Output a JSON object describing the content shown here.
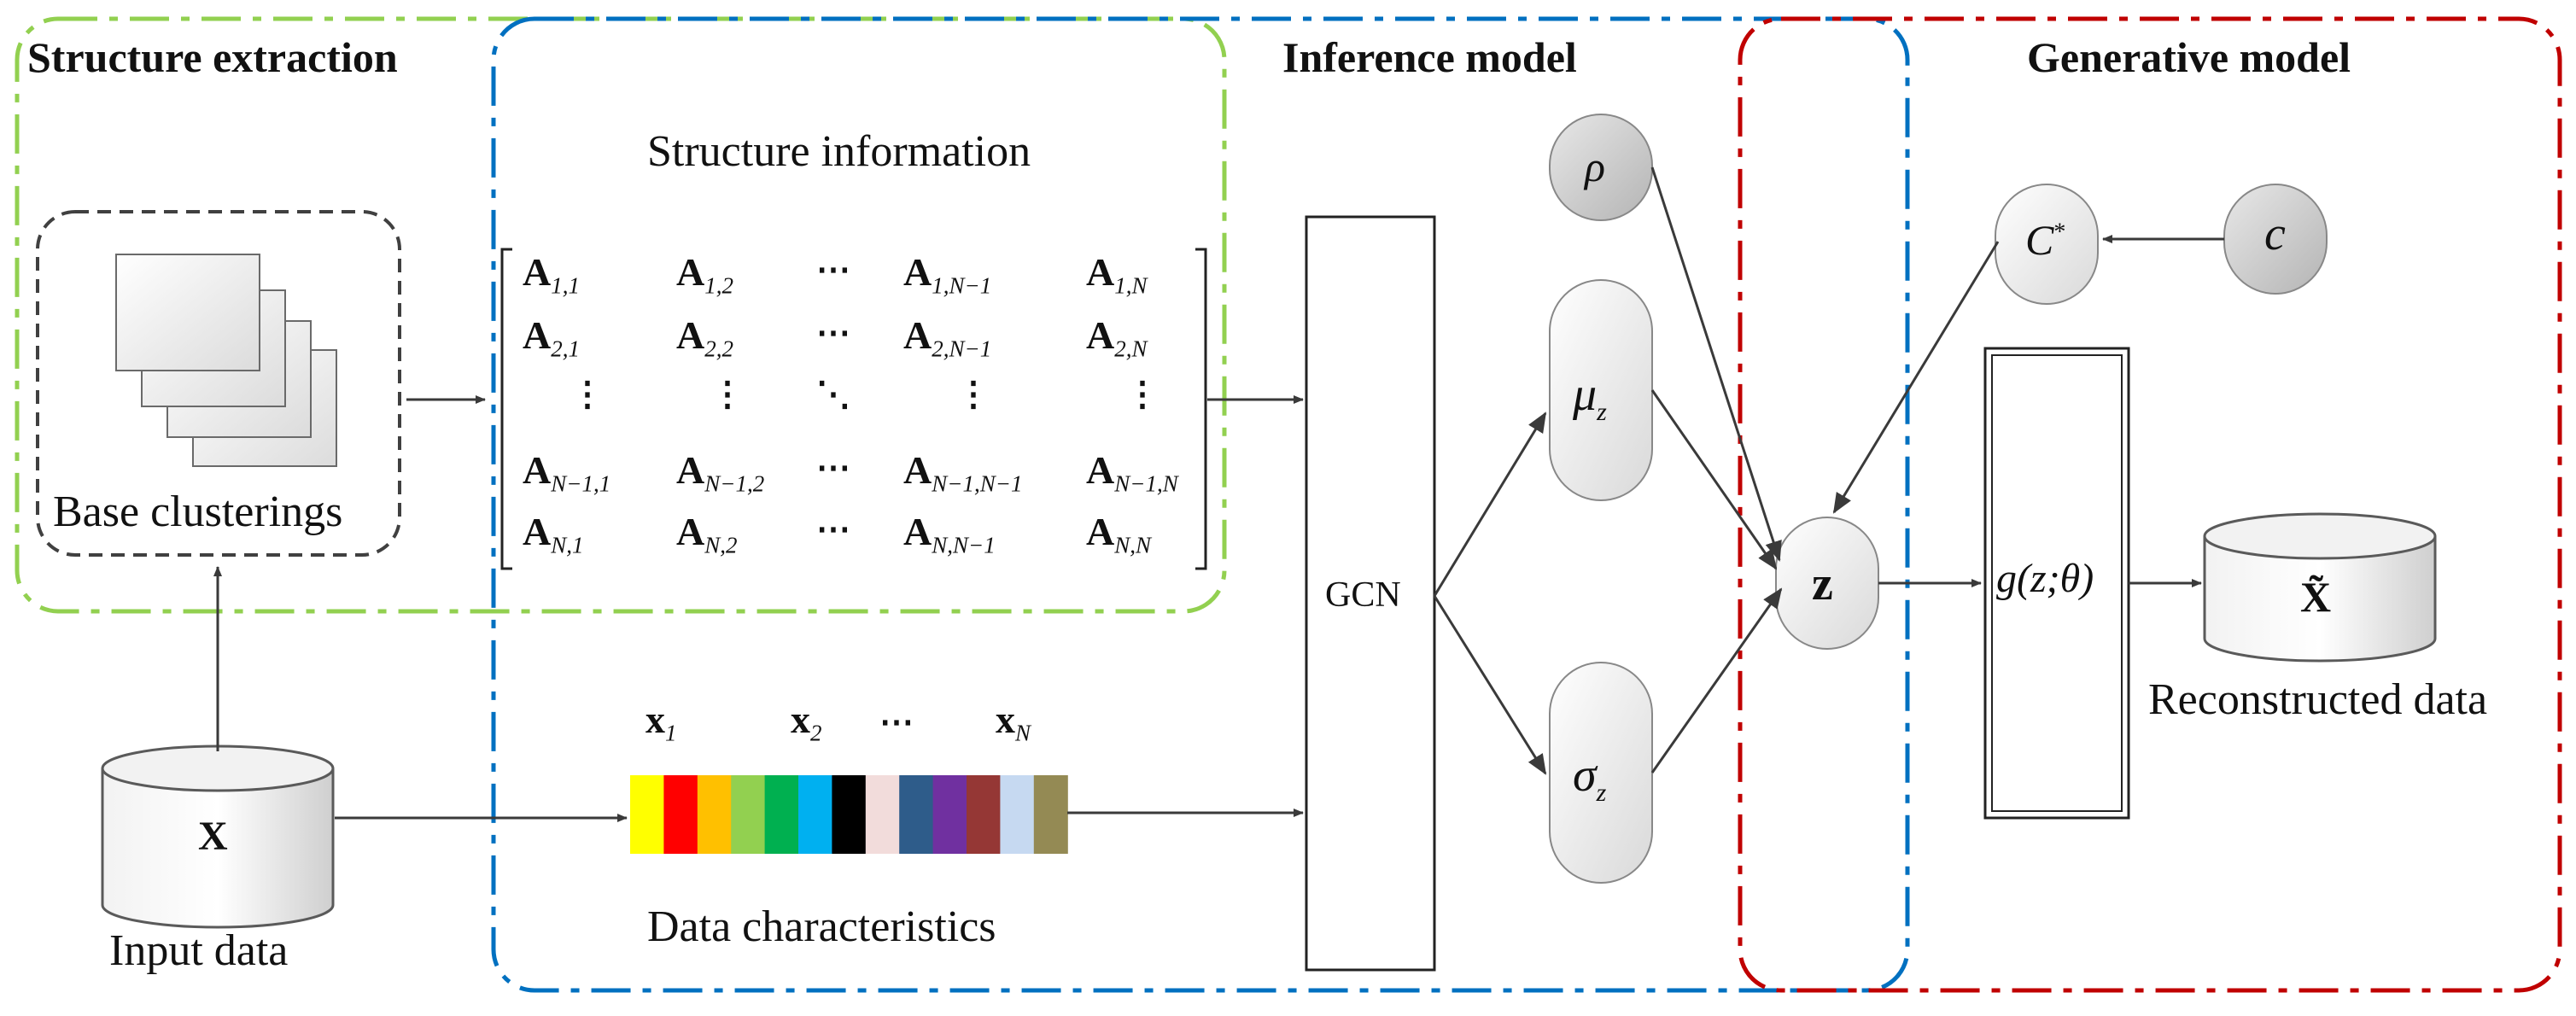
{
  "sections": {
    "structure_extraction": "Structure extraction",
    "inference_model": "Inference model",
    "generative_model": "Generative model"
  },
  "labels": {
    "structure_information": "Structure information",
    "base_clusterings": "Base clusterings",
    "input_data": "Input data",
    "input_symbol": "X",
    "data_characteristics": "Data characteristics",
    "gcn": "GCN",
    "rho": "ρ",
    "mu": "μ",
    "mu_sub": "z",
    "sigma": "σ",
    "sigma_sub": "z",
    "z": "z",
    "c_star": "C",
    "c_star_sup": "*",
    "c": "c",
    "generator": "g(z;θ)",
    "reconstructed_symbol": "X̃",
    "reconstructed_data": "Reconstructed data"
  },
  "matrix": {
    "rows": [
      [
        {
          "b": "A",
          "s": "1,1"
        },
        {
          "b": "A",
          "s": "1,2"
        },
        {
          "t": "⋯"
        },
        {
          "b": "A",
          "s": "1,N−1"
        },
        {
          "b": "A",
          "s": "1,N"
        }
      ],
      [
        {
          "b": "A",
          "s": "2,1"
        },
        {
          "b": "A",
          "s": "2,2"
        },
        {
          "t": "⋯"
        },
        {
          "b": "A",
          "s": "2,N−1"
        },
        {
          "b": "A",
          "s": "2,N"
        }
      ],
      [
        {
          "t": "⋮"
        },
        {
          "t": "⋮"
        },
        {
          "t": "⋱"
        },
        {
          "t": "⋮"
        },
        {
          "t": "⋮"
        }
      ],
      [
        {
          "b": "A",
          "s": "N−1,1"
        },
        {
          "b": "A",
          "s": "N−1,2"
        },
        {
          "t": "⋯"
        },
        {
          "b": "A",
          "s": "N−1,N−1"
        },
        {
          "b": "A",
          "s": "N−1,N"
        }
      ],
      [
        {
          "b": "A",
          "s": "N,1"
        },
        {
          "b": "A",
          "s": "N,2"
        },
        {
          "t": "⋯"
        },
        {
          "b": "A",
          "s": "N,N−1"
        },
        {
          "b": "A",
          "s": "N,N"
        }
      ]
    ]
  },
  "features": {
    "labels": [
      {
        "b": "x",
        "s": "1"
      },
      {
        "b": "x",
        "s": "2"
      },
      {
        "t": "⋯"
      },
      {
        "b": "x",
        "s": "N"
      }
    ],
    "colors": [
      "#ffff00",
      "#ff0000",
      "#ffc000",
      "#92d050",
      "#00b050",
      "#00b0f0",
      "#000000",
      "#f2dcdb",
      "#2e5c8a",
      "#7030a0",
      "#953735",
      "#c6d9f1",
      "#948a54"
    ]
  },
  "colors": {
    "green_box": "#92d050",
    "blue_box": "#0070c0",
    "red_box": "#c00000",
    "dark_dash": "#404040"
  }
}
